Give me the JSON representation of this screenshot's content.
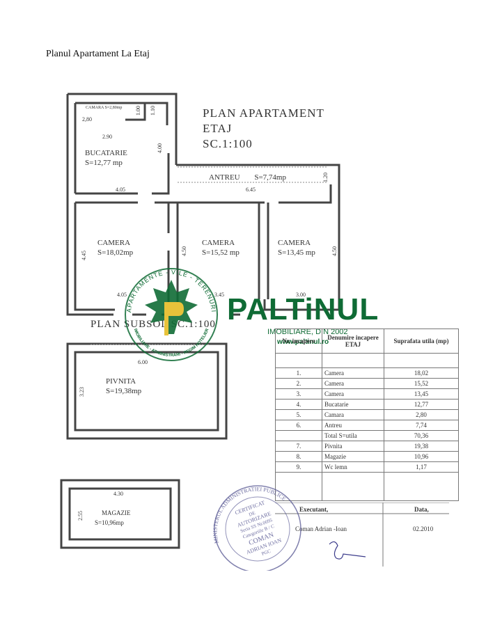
{
  "page_title": "Planul Apartament La Etaj",
  "plan_title": {
    "line1": "PLAN APARTAMENT",
    "line2": "ETAJ",
    "line3": "SC.1:100"
  },
  "rooms": {
    "camara": {
      "name": "CAMARA",
      "area": "S=2,80mp"
    },
    "bucatarie": {
      "name": "BUCATARIE",
      "area": "S=12,77 mp"
    },
    "antreu": {
      "name": "ANTREU",
      "area": "S=7,74mp"
    },
    "camera1": {
      "name": "CAMERA",
      "area": "S=18,02mp"
    },
    "camera2": {
      "name": "CAMERA",
      "area": "S=15,52 mp"
    },
    "camera3": {
      "name": "CAMERA",
      "area": "S=13,45 mp"
    },
    "pivnita": {
      "name": "PIVNITA",
      "area": "S=19,38mp"
    },
    "magazie": {
      "name": "MAGAZIE",
      "area": "S=10,96mp"
    }
  },
  "dimensions": {
    "d280": "2,80",
    "d290": "2.90",
    "d100": "1.00",
    "d110": "1.10",
    "d400": "4.00",
    "d405a": "4.05",
    "d645": "6.45",
    "d120": "1.20",
    "d445": "4.45",
    "d450a": "4.50",
    "d450b": "4.50",
    "d405b": "4.05",
    "d345": "3.45",
    "d300": "3.00",
    "d600": "6.00",
    "d323": "3.23",
    "d430": "4.30",
    "d255": "2.55"
  },
  "subplan_title": "PLAN SUBSOL SC.1:100",
  "logo": {
    "word": "PALTiNUL",
    "subtitle": "IMOBILIARE, DIN 2002",
    "website": "www.paltinul.ro",
    "ring_text": "APARTAMENTE - VILE - TERENURI",
    "ring_text_bottom": "IMOBILIARE - ADMINISTRĂRI - REGIM HOTELIER",
    "color": "#0f6b35",
    "accent": "#e8c23a"
  },
  "table": {
    "headers": [
      "Nr. incapere",
      "Denumire incapere ETAJ",
      "Suprafata utila (mp)"
    ],
    "rows": [
      {
        "nr": "1.",
        "name": "Camera",
        "area": "18,02"
      },
      {
        "nr": "2.",
        "name": "Camera",
        "area": "15,52"
      },
      {
        "nr": "3.",
        "name": "Camera",
        "area": "13,45"
      },
      {
        "nr": "4.",
        "name": "Bucatarie",
        "area": "12,77"
      },
      {
        "nr": "5.",
        "name": "Camara",
        "area": "2,80"
      },
      {
        "nr": "6.",
        "name": "Antreu",
        "area": "7,74"
      },
      {
        "nr": "",
        "name": "Total S=utila",
        "area": "70,36"
      },
      {
        "nr": "7.",
        "name": "Pivnita",
        "area": "19,38"
      },
      {
        "nr": "8.",
        "name": "Magazie",
        "area": "10,96"
      },
      {
        "nr": "9.",
        "name": "Wc lemn",
        "area": "1,17"
      }
    ]
  },
  "signature": {
    "executant_label": "Executant,",
    "date_label": "Data,",
    "executant_name": "Coman Adrian -Ioan",
    "date_value": "02.2010"
  },
  "stamp": {
    "ring": "MINISTERUL ADMINISTRATIEI PUBLICE",
    "line1": "CERTIFICAT",
    "line2": "DE",
    "line3": "AUTORIZARE",
    "line4": "Seria SS Nr.0095",
    "line5": "Categoriile B / C",
    "line6": "COMAN",
    "line7": "ADRIAN IOAN",
    "line8": "PGC"
  }
}
